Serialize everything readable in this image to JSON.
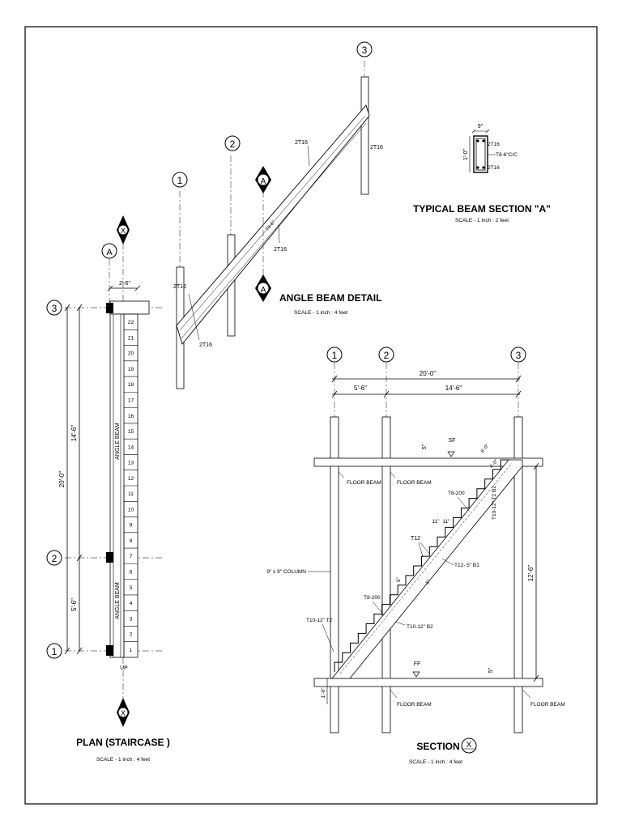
{
  "plan": {
    "title": "PLAN (STAIRCASE )",
    "scale": "SCALE - 1 inch : 4 feet",
    "width_dim": "2'-6\"",
    "dim_total": "20'-0\"",
    "dim_upper": "14'-6\"",
    "dim_lower": "5'-6\"",
    "beam_label_upper": "ANGLE BEAM",
    "beam_label_lower": "ANGLE BEAM",
    "up_label": "UP",
    "section_marker": "X",
    "beam_marker": "A",
    "steps": [
      "22",
      "21",
      "20",
      "19",
      "18",
      "17",
      "16",
      "15",
      "14",
      "13",
      "12",
      "11",
      "10",
      "9",
      "8",
      "7",
      "6",
      "5",
      "4",
      "3",
      "2",
      "1"
    ]
  },
  "grids": {
    "g1": "1",
    "g2": "2",
    "g3": "3"
  },
  "angle_beam": {
    "title": "ANGLE BEAM DETAIL",
    "scale": "SCALE - 1 inch : 4 feet",
    "bar_top": "2T16",
    "bar_bottom": "2T16",
    "bar_mid": "2T16",
    "bar_left": "2T16",
    "bar_left_bottom": "2T16",
    "stirrup": "T8-6\"",
    "marker_top": "A",
    "marker_bottom": "A"
  },
  "beam_section": {
    "title": "TYPICAL BEAM SECTION  \"A\"",
    "scale": "SCALE - 1 inch : 2 feet",
    "width": "9\"",
    "height": "1'-0\"",
    "top_bar": "2T16",
    "stirrup": "T8-6\"C/C",
    "bottom_bar": "2T16"
  },
  "section": {
    "title": "SECTION",
    "marker": "X",
    "scale": "SCALE - 1 inch : 4 feet",
    "dim_total": "20'-0\"",
    "dim_left": "5'-6\"",
    "dim_right": "14'-6\"",
    "height": "12'-6\"",
    "slab_top": "5\"",
    "slab_bottom": "5\"",
    "sf": "SF",
    "ff": "FF",
    "footing": "1'-6\"",
    "floor_beam": "FLOOR BEAM",
    "column": "9\" x 9\" COLUMN",
    "t8_upper": "T8-200",
    "t8_lower": "T8-200",
    "t10_top_right": "T10-12\" T2 B2",
    "t10_left": "T10-12\" T2",
    "t10_bottom": "T10-12\" B2",
    "t12": "T12",
    "t12_bottom": "T12- 5\" B1",
    "tread1": "11\"",
    "tread2": "11\"",
    "riser": "6\"",
    "top_dim1": "6'-0\"",
    "top_dim2": "4'-0\"",
    "slab_dim": "5\""
  }
}
